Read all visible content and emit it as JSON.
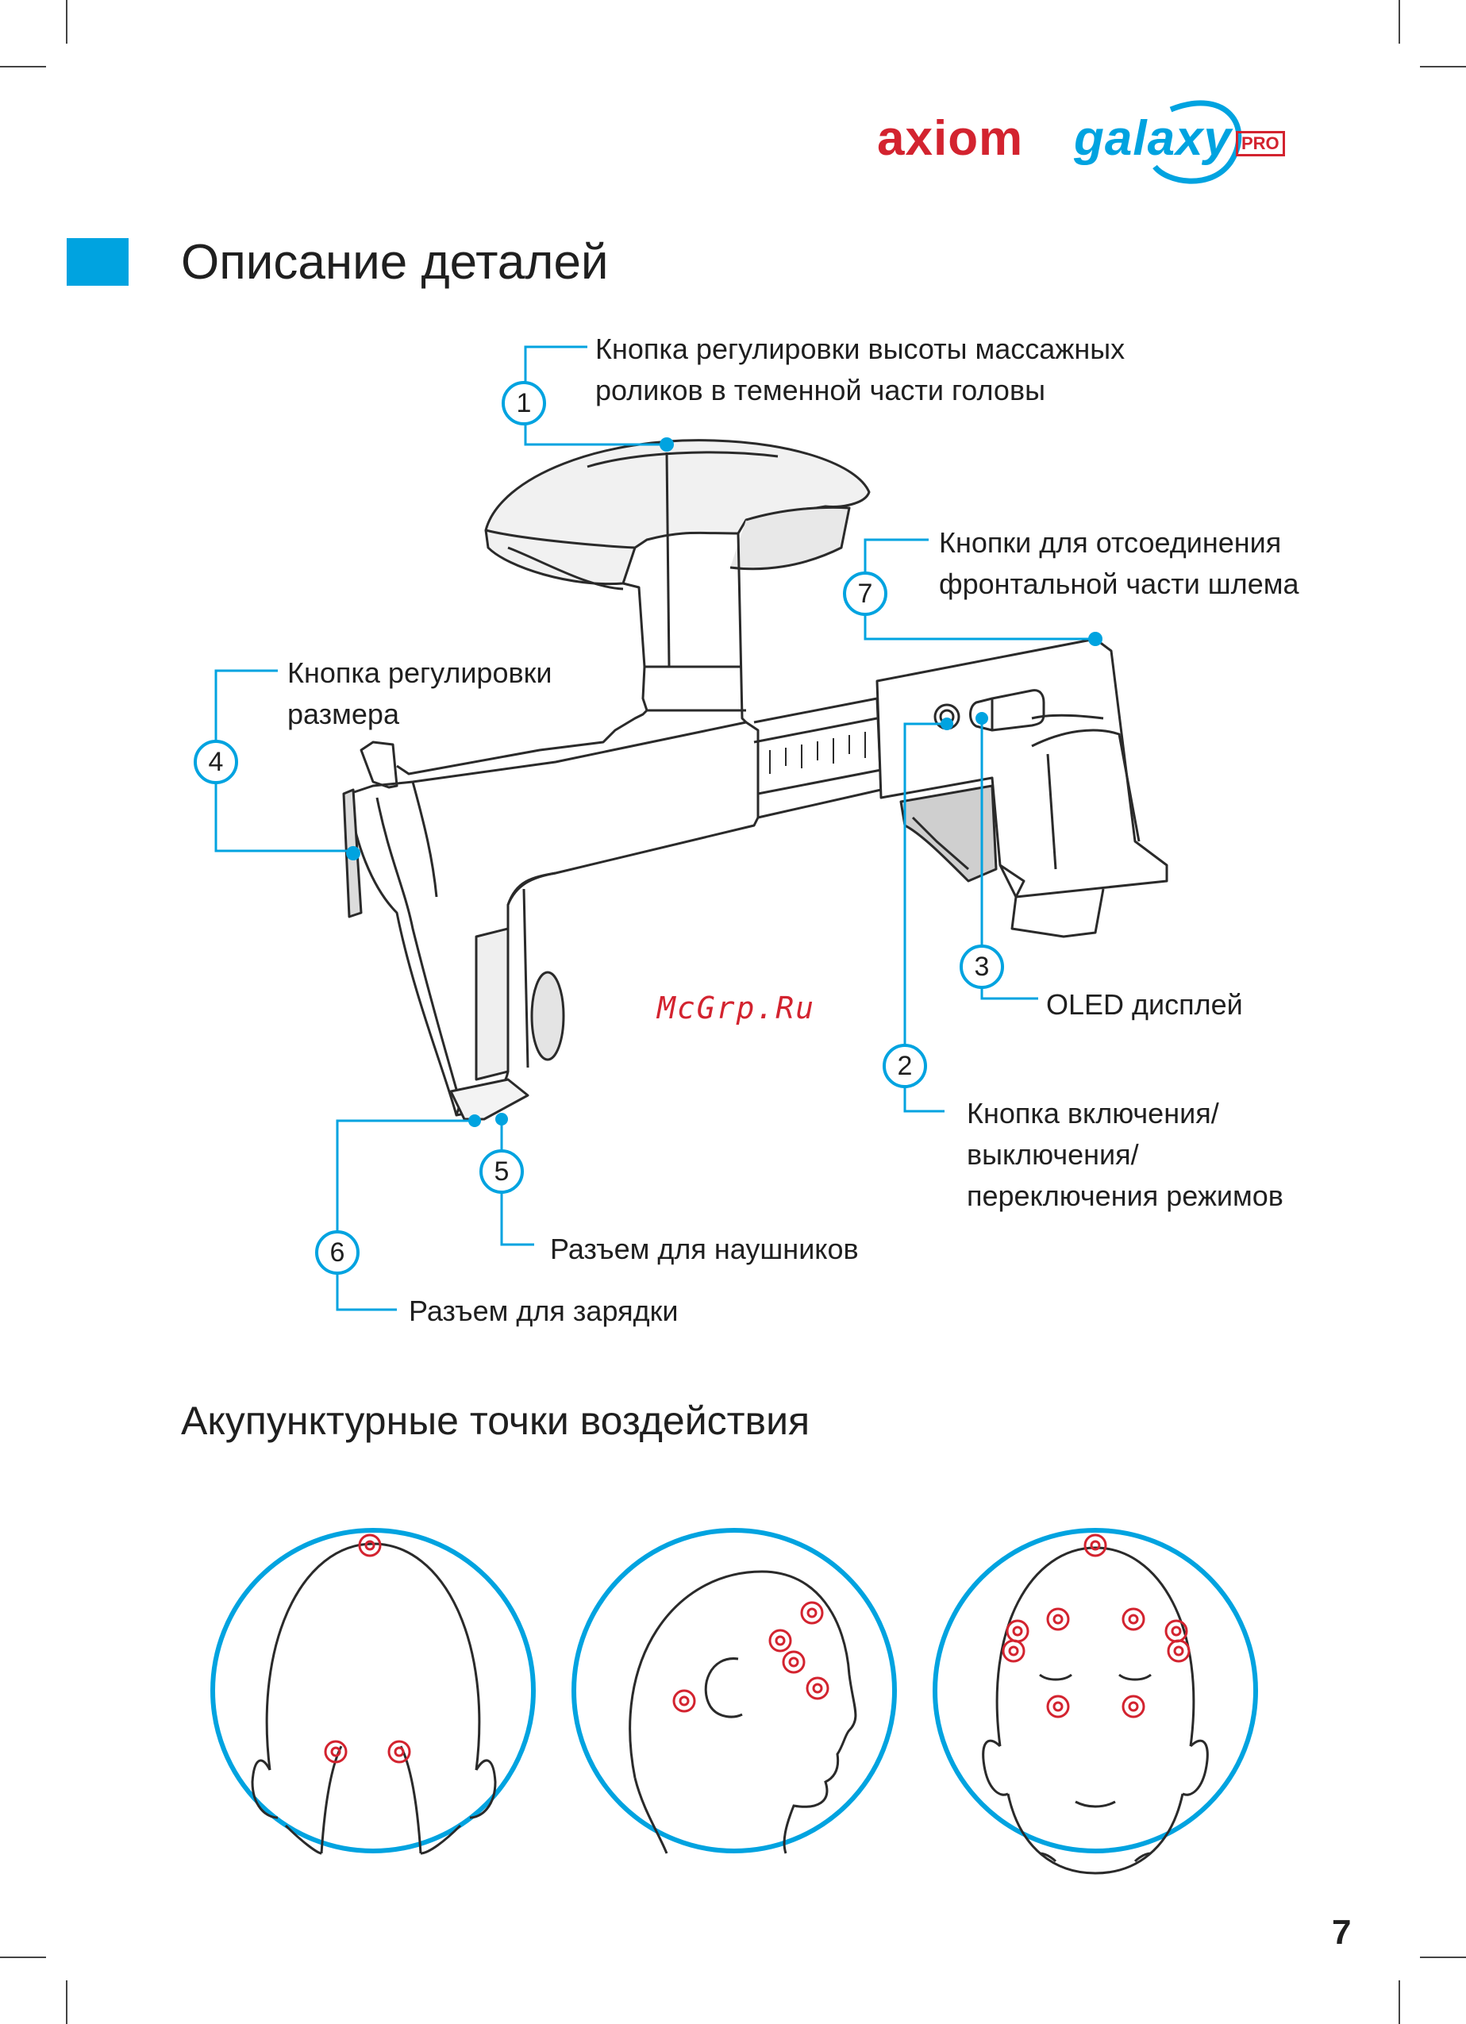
{
  "brand": {
    "logo_part1": "axiom",
    "logo_part2": "galaxy",
    "logo_badge": "PRO",
    "color_red": "#d3232f",
    "color_blue": "#00a3e0"
  },
  "section": {
    "title": "Описание деталей"
  },
  "callouts": [
    {
      "num": "1",
      "label_line1": "Кнопка регулировки высоты массажных",
      "label_line2": "роликов в теменной части головы"
    },
    {
      "num": "2",
      "label_line1": "Кнопка включения/",
      "label_line2": "выключения/",
      "label_line3": "переключения режимов"
    },
    {
      "num": "3",
      "label_line1": "OLED дисплей"
    },
    {
      "num": "4",
      "label_line1": "Кнопка регулировки",
      "label_line2": "размера"
    },
    {
      "num": "5",
      "label_line1": "Разъем для наушников"
    },
    {
      "num": "6",
      "label_line1": "Разъем для зарядки"
    },
    {
      "num": "7",
      "label_line1": "Кнопки для отсоединения",
      "label_line2": "фронтальной части шлема"
    }
  ],
  "watermark": "McGrp.Ru",
  "acupuncture": {
    "title": "Акупунктурные точки воздействия",
    "views": [
      "back-of-head",
      "side-of-head",
      "front-of-head"
    ]
  },
  "page_number": "7"
}
